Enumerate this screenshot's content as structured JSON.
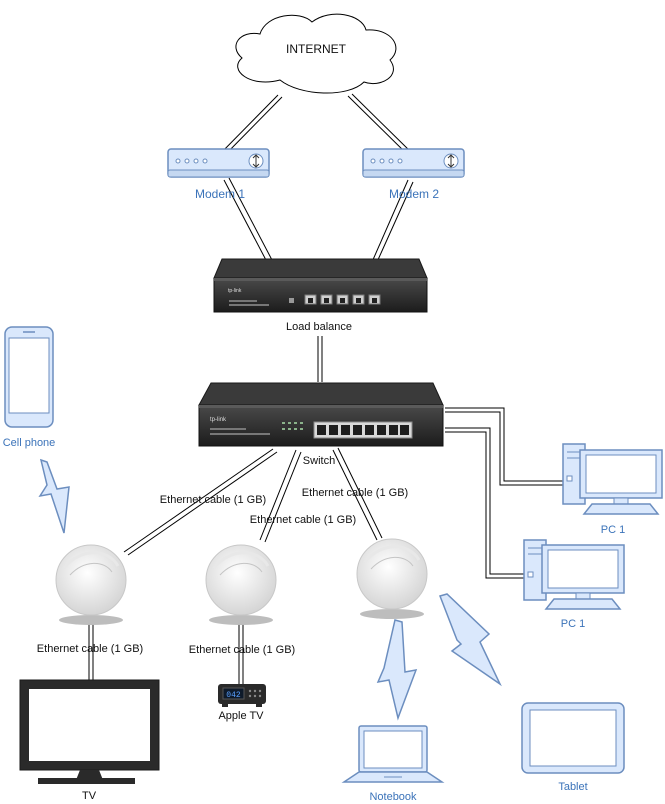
{
  "cloud": {
    "label": "INTERNET"
  },
  "modems": [
    {
      "label": "Modem 1"
    },
    {
      "label": "Modem 2"
    }
  ],
  "load_balancer": {
    "label": "Load balance"
  },
  "switch": {
    "label": "Switch"
  },
  "cables": {
    "left": "Ethernet cable (1 GB)",
    "middle": "Ethernet cable (1 GB)",
    "right": "Ethernet cable (1 GB)",
    "tv": "Ethernet cable (1 GB)",
    "apple_tv": "Ethernet cable (1 GB)"
  },
  "devices": {
    "cell_phone": "Cell phone",
    "tv": "TV",
    "apple_tv": "Apple TV",
    "apple_tv_display": "042",
    "notebook": "Notebook",
    "tablet": "Tablet",
    "pc_top": "PC 1",
    "pc_bottom": "PC 1"
  },
  "colors": {
    "device_blue": "#6c8ebf",
    "device_fill": "#dae8fc",
    "label_blue": "#3b73b9",
    "hardware_dark": "#2b2b2b"
  }
}
